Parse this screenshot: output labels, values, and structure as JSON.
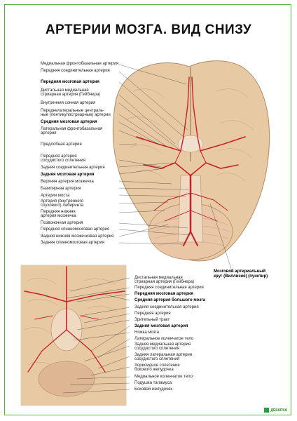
{
  "title": "АРТЕРИИ МОЗГА. ВИД СНИЗУ",
  "top_labels": [
    {
      "text": "Медиальная фронтобазальная артерия",
      "bold": false
    },
    {
      "text": "Передняя соединительная артерия",
      "bold": false
    },
    {
      "text": "Передняя мозговая артерия",
      "bold": true
    },
    {
      "text": "Дистальная медиальная",
      "bold": false
    },
    {
      "text": "стриарная артерия (Гейбнера)",
      "bold": false
    },
    {
      "text": "Внутренняя сонная артерия",
      "bold": false
    },
    {
      "text": "Переднелатеральные централь-",
      "bold": false
    },
    {
      "text": "ные (лентикулостриарные) артерии",
      "bold": false
    },
    {
      "text": "Средняя мозговая артерия",
      "bold": true
    },
    {
      "text": "Латеральная фронтобазальная",
      "bold": false
    },
    {
      "text": "артерия",
      "bold": false
    },
    {
      "text": "Предлобная артерия",
      "bold": false
    },
    {
      "text": "Передняя артерия",
      "bold": false
    },
    {
      "text": "сосудистого сплетения",
      "bold": false
    },
    {
      "text": "Задняя соединительная артерия",
      "bold": false
    },
    {
      "text": "Задняя мозговая артерия",
      "bold": true
    },
    {
      "text": "Верхняя артерия мозжечка",
      "bold": false
    },
    {
      "text": "Базилярная артерия",
      "bold": false
    },
    {
      "text": "Артерии моста",
      "bold": false
    },
    {
      "text": "Артерия (внутреннего",
      "bold": false
    },
    {
      "text": "слухового) лабиринта",
      "bold": false
    },
    {
      "text": "Передняя нижняя",
      "bold": false
    },
    {
      "text": "артерия мозжечка",
      "bold": false
    },
    {
      "text": "Позвоночная артерия",
      "bold": false
    },
    {
      "text": "Передняя спинномозговая артерия",
      "bold": false
    },
    {
      "text": "Задняя нижняя мозжечковая артерия",
      "bold": false
    },
    {
      "text": "Задняя спинномозговая артерия",
      "bold": false
    }
  ],
  "circle_label": [
    "Мозговой артериальный",
    "круг (Виллизия) (пунктир)"
  ],
  "bottom_labels": [
    {
      "text": "Дистальная медиальная",
      "bold": false
    },
    {
      "text": "стриарная артерия (Гейбнера)",
      "bold": false
    },
    {
      "text": "Передняя соединительная артерия",
      "bold": false
    },
    {
      "text": "Передняя мозговая артерия",
      "bold": true
    },
    {
      "text": "Средняя артерия большого мозга",
      "bold": true
    },
    {
      "text": "Задняя соединительная артерия",
      "bold": false
    },
    {
      "text": "Передняя артерия",
      "bold": false
    },
    {
      "text": "Зрительный тракт",
      "bold": false
    },
    {
      "text": "Задняя мозговая артерия",
      "bold": true
    },
    {
      "text": "Ножка мозга",
      "bold": false
    },
    {
      "text": "Латеральное коленчатое тело",
      "bold": false
    },
    {
      "text": "Задняя медиальная артерия",
      "bold": false
    },
    {
      "text": "сосудистого сплетения",
      "bold": false
    },
    {
      "text": "Задняя латеральная артерия",
      "bold": false
    },
    {
      "text": "сосудистого сплетения",
      "bold": false
    },
    {
      "text": "Хориоидное сплетение",
      "bold": false
    },
    {
      "text": "бокового желудочка",
      "bold": false
    },
    {
      "text": "Медиальное коленчатое тело",
      "bold": false
    },
    {
      "text": "Подушка таламуса",
      "bold": false
    },
    {
      "text": "Боковой желудочек",
      "bold": false
    }
  ],
  "logo": "ДЕКАРКА",
  "colors": {
    "frame": "#58b33a",
    "brain": "#e6c9a4",
    "artery": "#c8202a",
    "title": "#111111"
  }
}
